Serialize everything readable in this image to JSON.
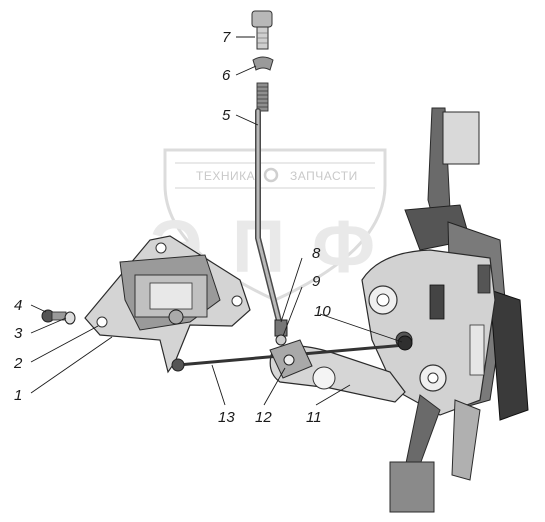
{
  "watermark": {
    "left_word": "ТЕХНИКА",
    "right_word": "ЗАПЧАСТИ",
    "letters": [
      "Э",
      "П",
      "Ф"
    ]
  },
  "callouts": [
    "1",
    "2",
    "3",
    "4",
    "5",
    "6",
    "7",
    "8",
    "9",
    "10",
    "11",
    "12",
    "13"
  ],
  "colors": {
    "metal_light": "#d6d6d6",
    "metal_mid": "#a8a8a8",
    "metal_dark": "#4a4a4a",
    "pedal_pad": "#8a8a8a",
    "watermark": "#d0d0d0"
  }
}
